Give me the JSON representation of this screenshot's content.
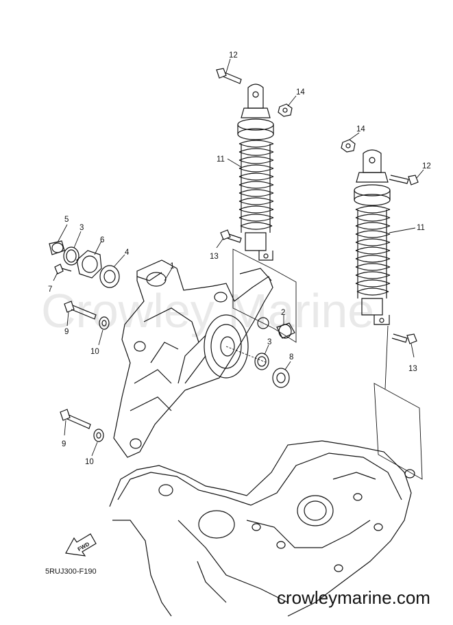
{
  "watermark": "Crowley Marine",
  "diagram_code": "5RUJ300-F190",
  "site_url": "crowleymarine.com",
  "fwd_label": "FWD",
  "callouts": {
    "c1": "1",
    "c2": "2",
    "c3a": "3",
    "c3b": "3",
    "c4": "4",
    "c5": "5",
    "c6": "6",
    "c7": "7",
    "c8": "8",
    "c9a": "9",
    "c9b": "9",
    "c10a": "10",
    "c10b": "10",
    "c11a": "11",
    "c11b": "11",
    "c12a": "12",
    "c12b": "12",
    "c13a": "13",
    "c13b": "13",
    "c14a": "14",
    "c14b": "14"
  }
}
